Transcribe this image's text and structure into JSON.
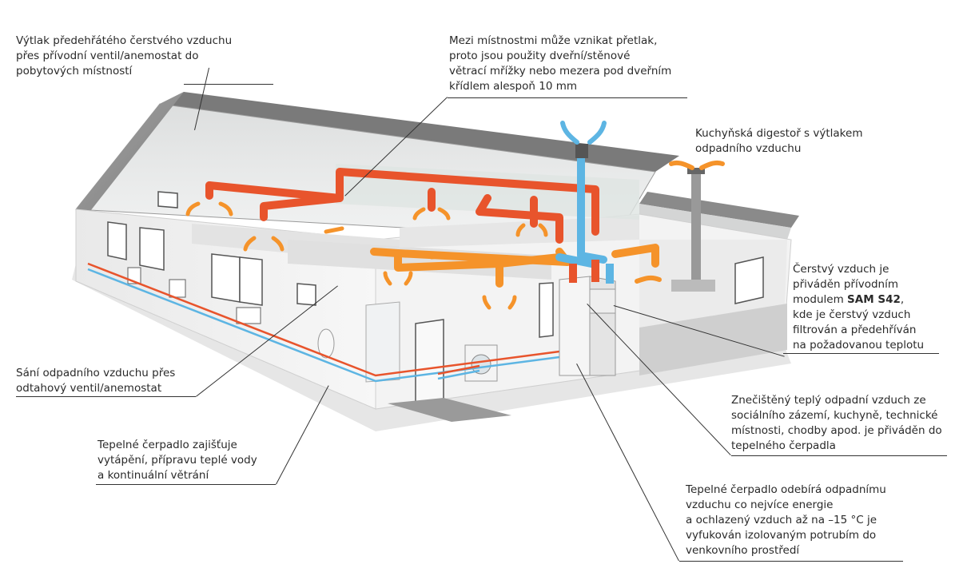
{
  "labels": {
    "supply_air": [
      "Výtlak předehřátého čerstvého vzduchu",
      "přes přívodní ventil/anemostat do",
      "pobytových místností"
    ],
    "overpressure": [
      "Mezi místnostmi může vznikat přetlak,",
      "proto jsou použity dveřní/stěnové",
      "větrací mřížky nebo mezera pod dveřním",
      "křídlem alespoň 10 mm"
    ],
    "kitchen_hood": [
      "Kuchyňská digestoř s výtlakem",
      "odpadního vzduchu"
    ],
    "fresh_air": {
      "line1": "Čerstvý vzduch je",
      "line2": "přiváděn přívodním",
      "line3_prefix": "modulem",
      "line3_bold": "SAM S42",
      "line3_suffix": ",",
      "line4": "kde je čerstvý vzduch",
      "line5": "filtrován a předehříván",
      "line6": "na požadovanou teplotu"
    },
    "extract_air": [
      "Sání odpadního vzduchu přes",
      "odtahový ventil/anemostat"
    ],
    "polluted_air": [
      "Znečištěný teplý odpadní vzduch ze",
      "sociálního zázemí, kuchyně, technické",
      "místnosti, chodby apod. je přiváděn do",
      "tepelného čerpadla"
    ],
    "heat_pump_functions": [
      "Tepelné čerpadlo zajišťuje",
      "vytápění, přípravu teplé vody",
      "a kontinuální větrání"
    ],
    "heat_pump_energy": [
      "Tepelné čerpadlo odebírá odpadnímu",
      "vzduchu co nejvíce energie",
      "a ochlazený vzduch až na –15 °C je",
      "vyfukován izolovaným potrubím do",
      "venkovního prostředí"
    ]
  },
  "colors": {
    "supply_duct": "#e8542c",
    "extract_duct": "#f5932a",
    "fresh_duct": "#5db5e3",
    "hot_pipe": "#e8542c",
    "cold_pipe": "#5db5e3",
    "roof": "#8c8c8c",
    "wall": "#f1f1f1",
    "text": "#2a2a2a"
  }
}
